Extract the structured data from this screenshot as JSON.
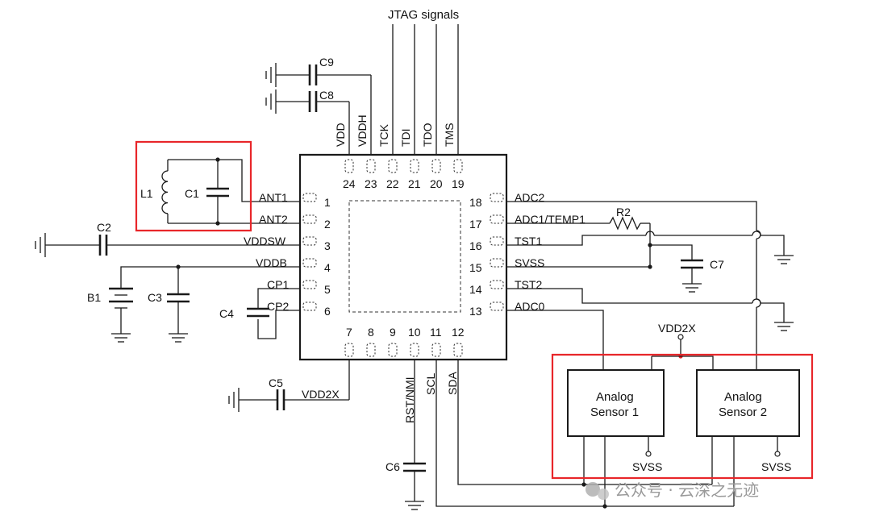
{
  "top_bus_label": "JTAG signals",
  "ic": {
    "top_pins": [
      {
        "num": "24",
        "name": "VDD"
      },
      {
        "num": "23",
        "name": "VDDH"
      },
      {
        "num": "22",
        "name": "TCK"
      },
      {
        "num": "21",
        "name": "TDI"
      },
      {
        "num": "20",
        "name": "TDO"
      },
      {
        "num": "19",
        "name": "TMS"
      }
    ],
    "left_pins": [
      {
        "num": "1",
        "name": "ANT1"
      },
      {
        "num": "2",
        "name": "ANT2"
      },
      {
        "num": "3",
        "name": "VDDSW"
      },
      {
        "num": "4",
        "name": "VDDB"
      },
      {
        "num": "5",
        "name": "CP1"
      },
      {
        "num": "6",
        "name": "CP2"
      }
    ],
    "right_pins": [
      {
        "num": "18",
        "name": "ADC2"
      },
      {
        "num": "17",
        "name": "ADC1/TEMP1"
      },
      {
        "num": "16",
        "name": "TST1"
      },
      {
        "num": "15",
        "name": "SVSS"
      },
      {
        "num": "14",
        "name": "TST2"
      },
      {
        "num": "13",
        "name": "ADC0"
      }
    ],
    "bottom_pins": [
      {
        "num": "7",
        "name": "VDD2X"
      },
      {
        "num": "8",
        "name": ""
      },
      {
        "num": "9",
        "name": "RST/NMI"
      },
      {
        "num": "10",
        "name": ""
      },
      {
        "num": "11",
        "name": "SCL"
      },
      {
        "num": "12",
        "name": "SDA"
      }
    ]
  },
  "components": {
    "L1": "L1",
    "C1": "C1",
    "C2": "C2",
    "C3": "C3",
    "C4": "C4",
    "C5": "C5",
    "C6": "C6",
    "C7": "C7",
    "C8": "C8",
    "C9": "C9",
    "B1": "B1",
    "R2": "R2"
  },
  "sensor_supply_label": "VDD2X",
  "sensors": [
    {
      "line1": "Analog",
      "line2": "Sensor 1",
      "gnd": "SVSS"
    },
    {
      "line1": "Analog",
      "line2": "Sensor 2",
      "gnd": "SVSS"
    }
  ],
  "watermark": "公众号 · 云深之无迹",
  "colors": {
    "highlight": "#e8262a",
    "ink": "#1a1a1a"
  }
}
